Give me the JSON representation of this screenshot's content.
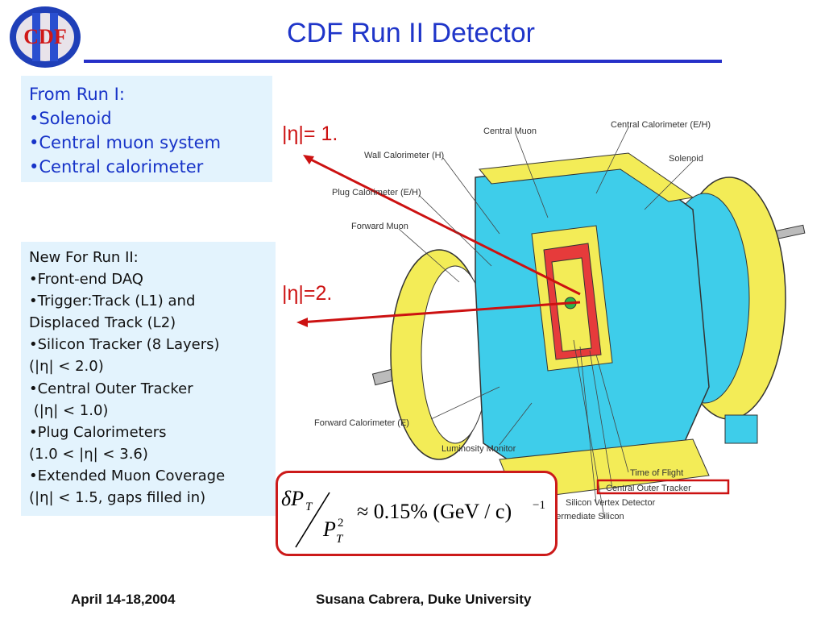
{
  "slide": {
    "title": "CDF Run II Detector",
    "logo_text": "CDF"
  },
  "run1_box": {
    "heading": "From Run I:",
    "items": [
      "•Solenoid",
      "•Central muon system",
      "•Central calorimeter"
    ]
  },
  "run2_box": {
    "lines": [
      "New For Run II:",
      "•Front-end DAQ",
      "•Trigger:Track (L1) and",
      "Displaced Track (L2)",
      "•Silicon Tracker (8 Layers)",
      "(|η| < 2.0)",
      "•Central Outer Tracker",
      " (|η| < 1.0)",
      "•Plug Calorimeters",
      "(1.0 < |η| < 3.6)",
      "•Extended Muon Coverage",
      "(|η| < 1.5, gaps filled in)"
    ]
  },
  "eta_labels": {
    "eta1": "|η|= 1.",
    "eta2": "|η|=2."
  },
  "detector_labels": {
    "central_muon": "Central Muon",
    "central_calorimeter": "Central Calorimeter (E/H)",
    "wall_calorimeter": "Wall Calorimeter  (H)",
    "solenoid": "Solenoid",
    "plug_calorimeter": "Plug Calorimeter (E/H)",
    "forward_muon": "Forward Muon",
    "forward_calorimeter": "Forward Calorimeter (E)",
    "luminosity_monitor": "Luminosity Monitor",
    "time_of_flight": "Time of Flight",
    "central_outer_tracker": "Central Outer Tracker",
    "silicon_vertex_detector": "Silicon Vertex Detector",
    "intermediate_silicon": "Intermediate Silicon"
  },
  "formula": {
    "numerator": "δP",
    "numerator_sub": "T",
    "denominator": "P",
    "denominator_sup": "2",
    "denominator_sub": "T",
    "approx": "≈ 0.15% (GeV / c)",
    "exponent": "−1"
  },
  "footer": {
    "date": "April 14-18,2004",
    "author": "Susana Cabrera, Duke University"
  },
  "colors": {
    "title_blue": "#1f35c9",
    "box_bg": "#e3f3fd",
    "accent_red": "#cc1111",
    "detector_cyan": "#3ecdea",
    "detector_yellow": "#f3ec57"
  }
}
